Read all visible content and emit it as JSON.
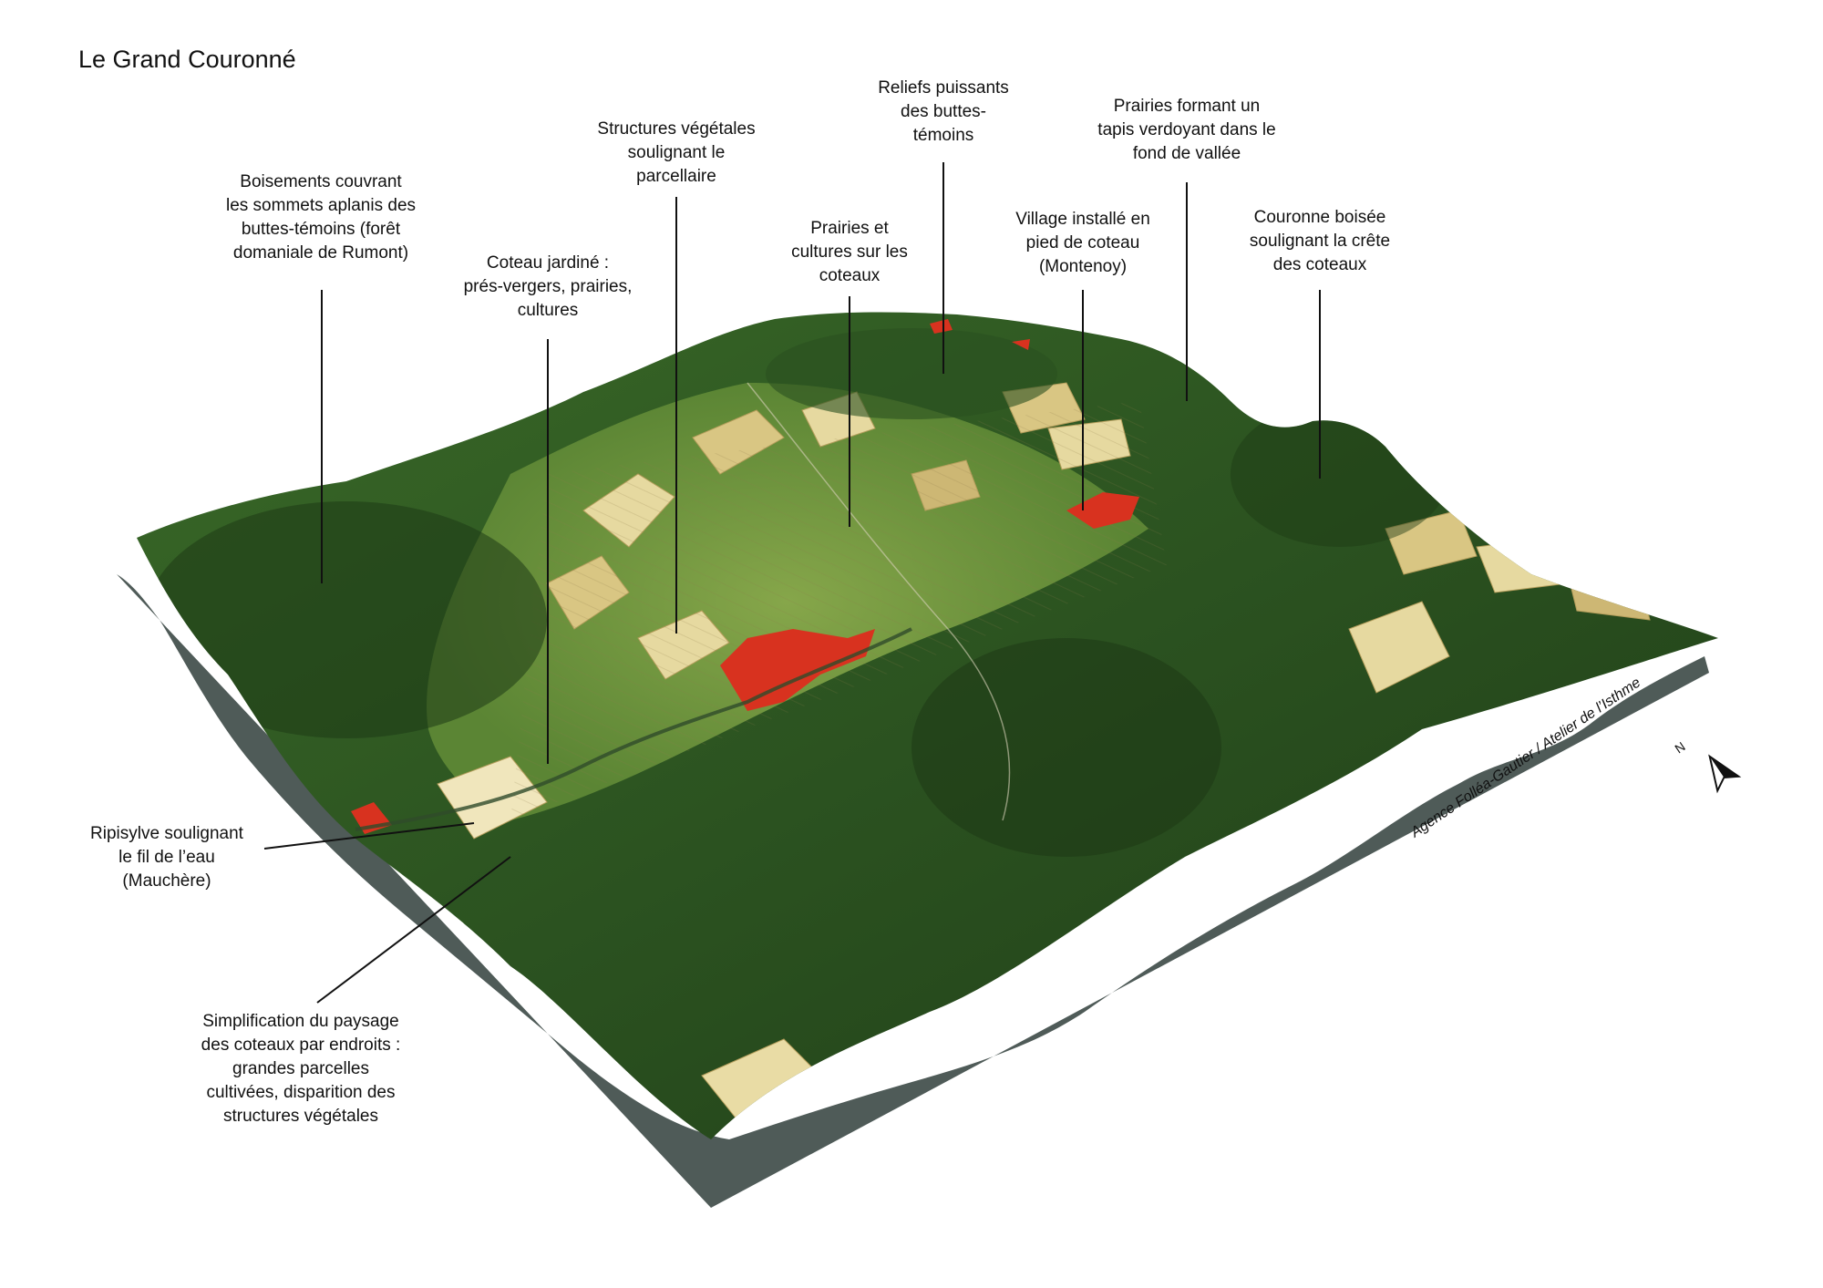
{
  "title": "Le Grand Couronné",
  "labels": {
    "boisements": "Boisements couvrant\nles sommets aplanis des\nbuttes-témoins (forêt\ndomaniale de Rumont)",
    "coteau_jardine": "Coteau jardiné :\nprés-vergers, prairies,\ncultures",
    "structures_vegetales": "Structures végétales\nsoulignant le\nparcellaire",
    "prairies_cultures": "Prairies et\ncultures sur les\ncoteaux",
    "reliefs": "Reliefs puissants\ndes buttes-\ntémoins",
    "village": "Village installé en\npied de coteau\n(Montenoy)",
    "prairies_tapis": "Prairies formant un\ntapis verdoyant dans le\nfond de vallée",
    "couronne": "Couronne boisée\nsoulignant la crête\ndes coteaux",
    "ripisylve": "Ripisylve soulignant\nle fil de l’eau\n(Mauchère)",
    "simplification": "Simplification du paysage\ndes coteaux par endroits :\ngrandes parcelles\ncultivées, disparition des\nstructures végétales"
  },
  "credit": "Agence Folléa-Gautier / Atelier de l’Isthme",
  "north_label": "N",
  "colors": {
    "forest_dark": "#1f3d17",
    "forest": "#2f5a22",
    "meadow": "#6f9a3c",
    "field_light": "#e6d9a0",
    "field_tan": "#c9b06a",
    "village": "#d8321f",
    "base": "#4f5b58",
    "leader": "#111111"
  }
}
